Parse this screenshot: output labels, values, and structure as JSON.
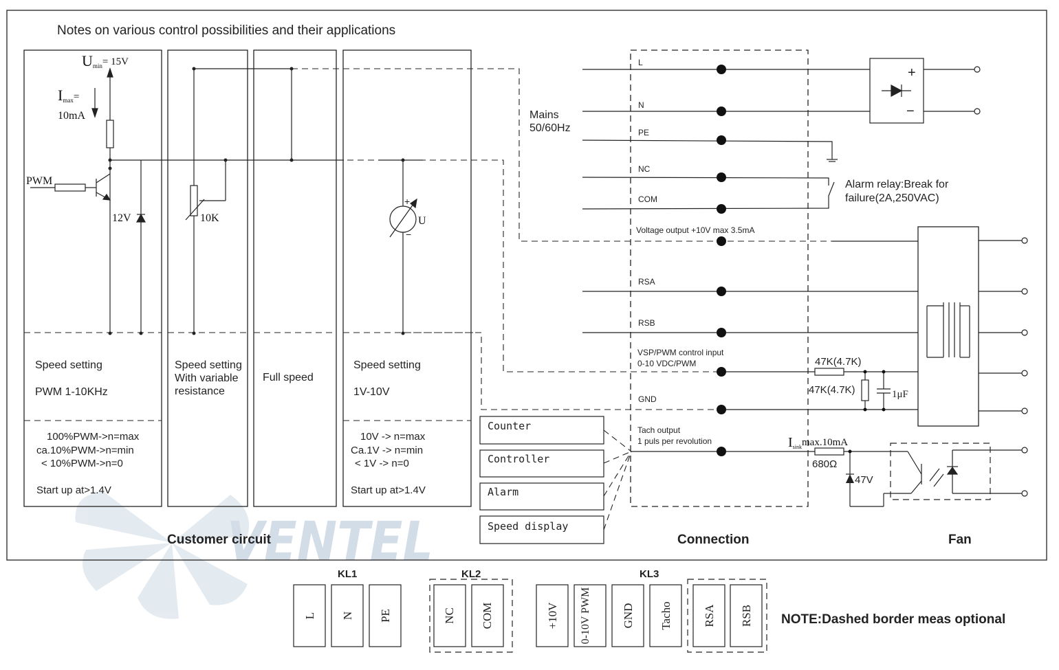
{
  "title": "Notes on various control possibilities and their applications",
  "watermark": "VENTEL",
  "colors": {
    "ink": "#222222",
    "watermark": "#9fb6cc"
  },
  "sections": {
    "customer": "Customer circuit",
    "connection": "Connection",
    "fan": "Fan"
  },
  "circuit_pwm": {
    "umin_main": "U",
    "umin_sub": "min",
    "umin_val": "= 15V",
    "imax_main": "I",
    "imax_sub": "max",
    "imax_eq": "=",
    "imax_val": "10mA",
    "pwm": "PWM",
    "zener": "12V",
    "speed": "Speed setting",
    "range": "PWM  1-10KHz",
    "note1": "100%PWM->n=max",
    "note2": "ca.10%PWM->n=min",
    "note3": "< 10%PWM->n=0",
    "startup": "Start up at>1.4V"
  },
  "circuit_pot": {
    "label": "10K",
    "speed1": "Speed setting",
    "speed2": "With variable",
    "speed3": "resistance"
  },
  "circuit_full": {
    "label": "Full speed"
  },
  "circuit_volt": {
    "meter": "U",
    "plus": "+",
    "minus": "−",
    "speed": "Speed setting",
    "range": "1V-10V",
    "note1": "10V -> n=max",
    "note2": "Ca.1V -> n=min",
    "note3": "< 1V -> n=0",
    "startup": "Start up at>1.4V"
  },
  "devices": [
    "Counter",
    "Controller",
    "Alarm",
    "Speed display"
  ],
  "terminals": {
    "L": "L",
    "N": "N",
    "PE": "PE",
    "NC": "NC",
    "COM": "COM",
    "VOUT": "Voltage output +10V max 3.5mA",
    "RSA": "RSA",
    "RSB": "RSB",
    "VSP1": "VSP/PWM control input",
    "VSP2": "0-10 VDC/PWM",
    "GND": "GND",
    "TACH1": "Tach output",
    "TACH2": "1 puls per revolution"
  },
  "mains1": "Mains",
  "mains2": "50/60Hz",
  "alarm1": "Alarm relay:Break for",
  "alarm2": "failure(2A,250VAC)",
  "rectifier_plus": "+",
  "rectifier_minus": "−",
  "r1": "47K(4.7K)",
  "r2": "47K(4.7K)",
  "cap": "1μF",
  "isink_main": "I",
  "isink_sub": "sink",
  "isink_val": "max.10mA",
  "r3": "680Ω",
  "zener2": "47V",
  "kl1": {
    "title": "KL1",
    "pins": [
      "L",
      "N",
      "PE"
    ]
  },
  "kl2": {
    "title": "KL2",
    "pins": [
      "NC",
      "COM"
    ]
  },
  "kl3": {
    "title": "KL3",
    "pins": [
      "+10V",
      "0-10V PWM",
      "GND",
      "Tacho",
      "RSA",
      "RSB"
    ]
  },
  "note": "NOTE:Dashed border meas  optional"
}
